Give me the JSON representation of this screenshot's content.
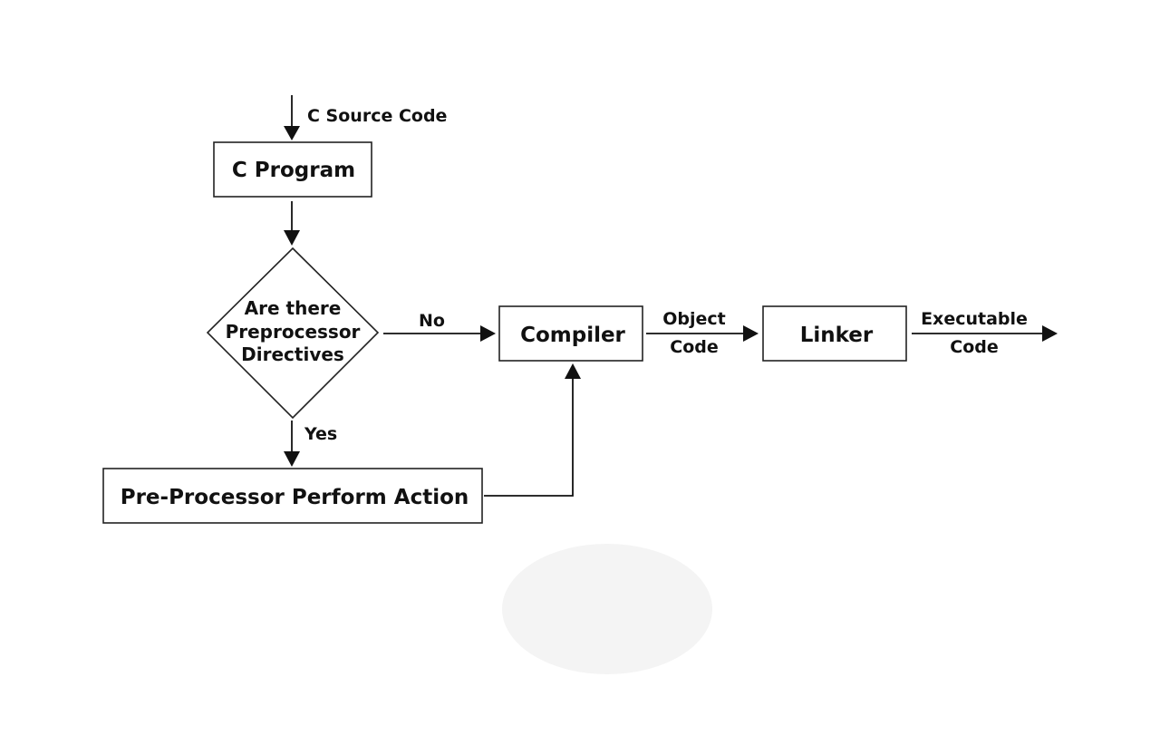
{
  "labels": {
    "source": "C Source Code",
    "no": "No",
    "yes": "Yes",
    "object": "Object",
    "object_2": "Code",
    "executable": "Executable",
    "executable_2": "Code"
  },
  "nodes": {
    "program": "C Program",
    "decision_1": "Are there",
    "decision_2": "Preprocessor",
    "decision_3": "Directives",
    "compiler": "Compiler",
    "linker": "Linker",
    "preprocessor": "Pre-Processor Perform Action"
  }
}
